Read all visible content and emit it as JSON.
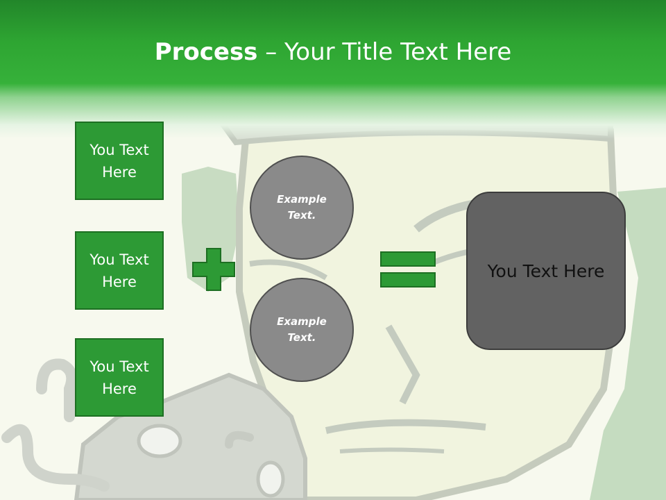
{
  "slide": {
    "title_bold": "Process",
    "title_rest": " – Your Title Text Here"
  },
  "side_boxes": [
    {
      "label": "You Text Here"
    },
    {
      "label": "You Text Here"
    },
    {
      "label": "You Text Here"
    }
  ],
  "circles": [
    {
      "label": "Example Text."
    },
    {
      "label": "Example Text."
    }
  ],
  "result": {
    "label": "You Text Here"
  },
  "operators": {
    "plus": "plus-sign",
    "equals": "equals-sign"
  },
  "colors": {
    "header_green": "#2ea532",
    "box_green": "#2d9a35",
    "circle_gray": "#8a8a8a",
    "result_gray": "#626262"
  }
}
